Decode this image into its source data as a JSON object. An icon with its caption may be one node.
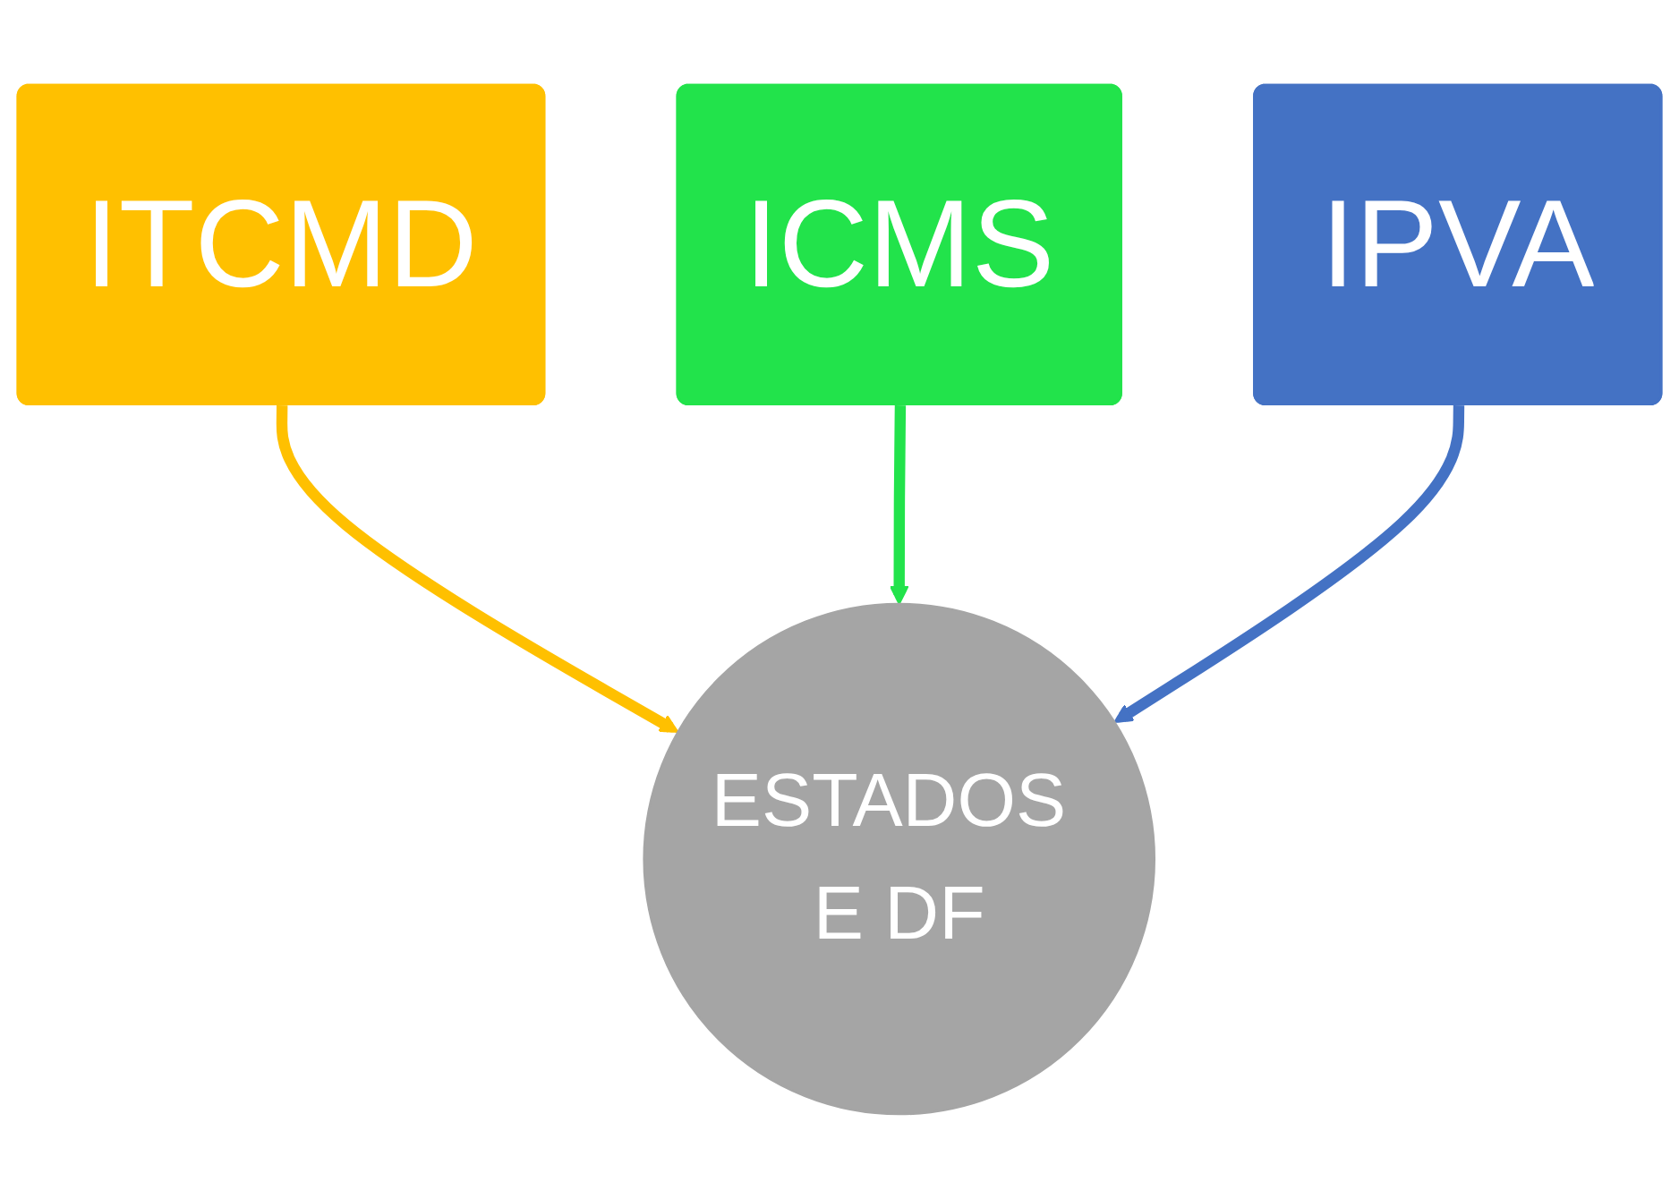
{
  "diagram": {
    "nodes": [
      {
        "text": [
          "ITCMD"
        ]
      },
      {
        "text": [
          "ICMS"
        ]
      },
      {
        "text": [
          "IPVA"
        ]
      },
      {
        "text": [
          "ESTADOS E DF"
        ]
      }
    ],
    "edges": [
      {
        "from": 0,
        "to": 3,
        "arrow": "to",
        "color": "#ffc000"
      },
      {
        "from": 1,
        "to": 3,
        "arrow": "to",
        "color": "#22e34b"
      },
      {
        "from": 2,
        "to": 3,
        "arrow": "to",
        "color": "#4472c4"
      }
    ]
  }
}
